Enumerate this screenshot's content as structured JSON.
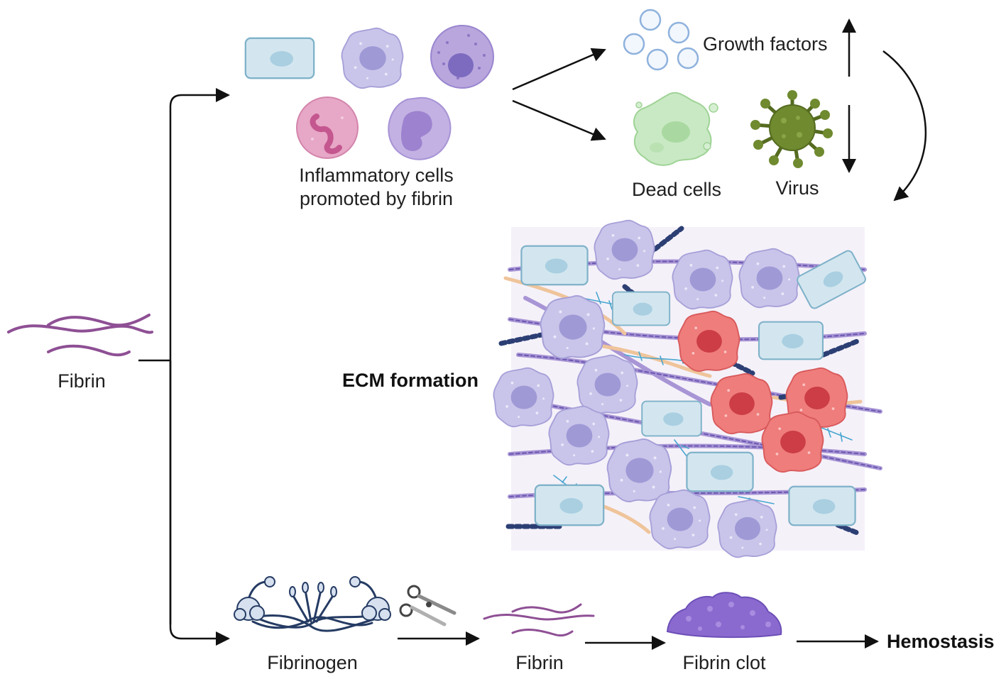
{
  "labels": {
    "fibrin_left": "Fibrin",
    "inflammatory_line1": "Inflammatory cells",
    "inflammatory_line2": "promoted by fibrin",
    "growth_factors": "Growth factors",
    "dead_cells": "Dead cells",
    "virus": "Virus",
    "ecm_formation": "ECM formation",
    "fibrinogen": "Fibrinogen",
    "fibrin_bottom": "Fibrin",
    "fibrin_clot": "Fibrin clot",
    "hemostasis": "Hemostasis"
  },
  "colors": {
    "fibrin_strand": "#8e4f94",
    "fibroblast_fill": "#d3e6ef",
    "fibroblast_stroke": "#7fb2c9",
    "macrophage_fill": "#c9c5ea",
    "macrophage_nucleus": "#9f99d6",
    "neutrophil_fill": "#e7a7c6",
    "monocyte_fill": "#b9a4dc",
    "red_cell_fill": "#ef7d7b",
    "red_cell_nucleus": "#cc3d45",
    "growth_factor_stroke": "#8fb2dd",
    "dead_cell_fill": "#c9e9c4",
    "virus_fill": "#6f8a2f",
    "fibrinogen_stroke": "#253b63",
    "clot_fill": "#8b6ad0",
    "ecm_background": "#f5f1f9",
    "arrow": "#111111"
  }
}
